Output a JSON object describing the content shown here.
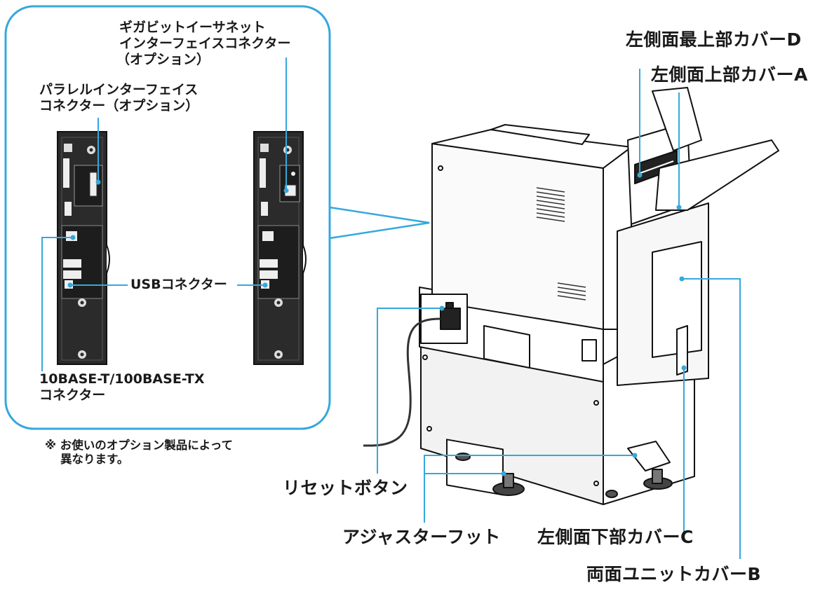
{
  "inset": {
    "gigabit_line1": "ギガビットイーサネット",
    "gigabit_line2": "インターフェイスコネクター",
    "gigabit_line3": "（オプション）",
    "parallel_line1": "パラレルインターフェイス",
    "parallel_line2": "コネクター（オプション）",
    "usb": "USBコネクター",
    "ethernet_line1": "10BASE-T/100BASE-TX",
    "ethernet_line2": "コネクター"
  },
  "note": {
    "line1": "※ お使いのオプション製品によって",
    "line2": "異なります。"
  },
  "labels": {
    "left_top_cover_d": "左側面最上部カバーD",
    "left_upper_cover_a": "左側面上部カバーA",
    "reset_button": "リセットボタン",
    "adjuster_foot": "アジャスターフット",
    "left_lower_cover_c": "左側面下部カバーC",
    "duplex_unit_cover_b": "両面ユニットカバーB"
  },
  "colors": {
    "callout_line": "#35a8dc",
    "inset_border": "#35a8dc",
    "text": "#1a1a1a",
    "panel_fill": "#2c2c2c"
  }
}
